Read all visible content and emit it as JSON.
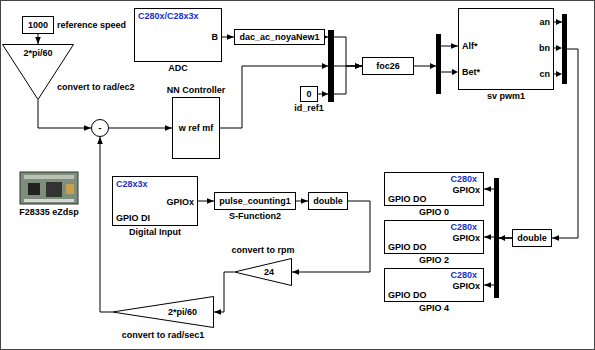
{
  "diagram": {
    "nodes": [
      {
        "text": [
          "1000",
          "reference speed"
        ]
      },
      {
        "text": [
          "C280x/C28x3x",
          "B",
          "ADC"
        ]
      },
      {
        "text": [
          "dac_ac_noyaNew1"
        ]
      },
      {
        "text": [
          "foc26"
        ]
      },
      {
        "text": [
          "Alf*",
          "Bet*",
          "an",
          "bn",
          "cn",
          "sv pwm1"
        ]
      },
      {
        "text": [
          "2*pi/60",
          "convert to rad/ec2"
        ]
      },
      {
        "text": [
          "0",
          "id_ref1"
        ]
      },
      {
        "text": [
          "NN Controller",
          "w ref mf"
        ]
      },
      {
        "text": [
          "-"
        ]
      },
      {
        "text": [
          "C28x3x",
          "GPIOx",
          "GPIO DI",
          "Digital Input"
        ]
      },
      {
        "text": [
          "pulse_counting1",
          "S-Function2"
        ]
      },
      {
        "text": [
          "double"
        ]
      },
      {
        "text": [
          "C280x",
          "GPIOx",
          "GPIO DO",
          "GPIO 0"
        ]
      },
      {
        "text": [
          "double"
        ]
      },
      {
        "text": [
          "C280x",
          "GPIOx",
          "GPIO DO",
          "GPIO 2"
        ]
      },
      {
        "text": [
          "convert to rpm",
          "24"
        ]
      },
      {
        "text": [
          "C280x",
          "GPIOx",
          "GPIO DO",
          "GPIO 4"
        ]
      },
      {
        "text": [
          "2*pi/60",
          "convert to rad/sec1"
        ]
      }
    ],
    "edges": [
      {
        "from": 0,
        "to": 5,
        "arrow": "to"
      },
      {
        "from": 1,
        "to": 2,
        "arrow": "to"
      },
      {
        "from": 2,
        "to": 3,
        "arrow": "to"
      },
      {
        "from": 3,
        "to": 4,
        "arrow": "to"
      },
      {
        "from": 4,
        "to": 13,
        "arrow": "to"
      },
      {
        "from": 5,
        "to": 8,
        "arrow": "to"
      },
      {
        "from": 6,
        "to": 3,
        "arrow": "to"
      },
      {
        "from": 7,
        "to": 3,
        "arrow": "to"
      },
      {
        "from": 8,
        "to": 7,
        "arrow": "to"
      },
      {
        "from": 9,
        "to": 10,
        "arrow": "to"
      },
      {
        "from": 10,
        "to": 11,
        "arrow": "to"
      },
      {
        "from": 11,
        "to": 15,
        "arrow": "to"
      },
      {
        "from": 13,
        "to": 12,
        "arrow": "to"
      },
      {
        "from": 13,
        "to": 14,
        "arrow": "to"
      },
      {
        "from": 13,
        "to": 16,
        "arrow": "to"
      },
      {
        "from": 15,
        "to": 17,
        "arrow": "to"
      },
      {
        "from": 17,
        "to": 8,
        "arrow": "to"
      }
    ],
    "labels": [
      "F28335 eZdsp"
    ]
  }
}
